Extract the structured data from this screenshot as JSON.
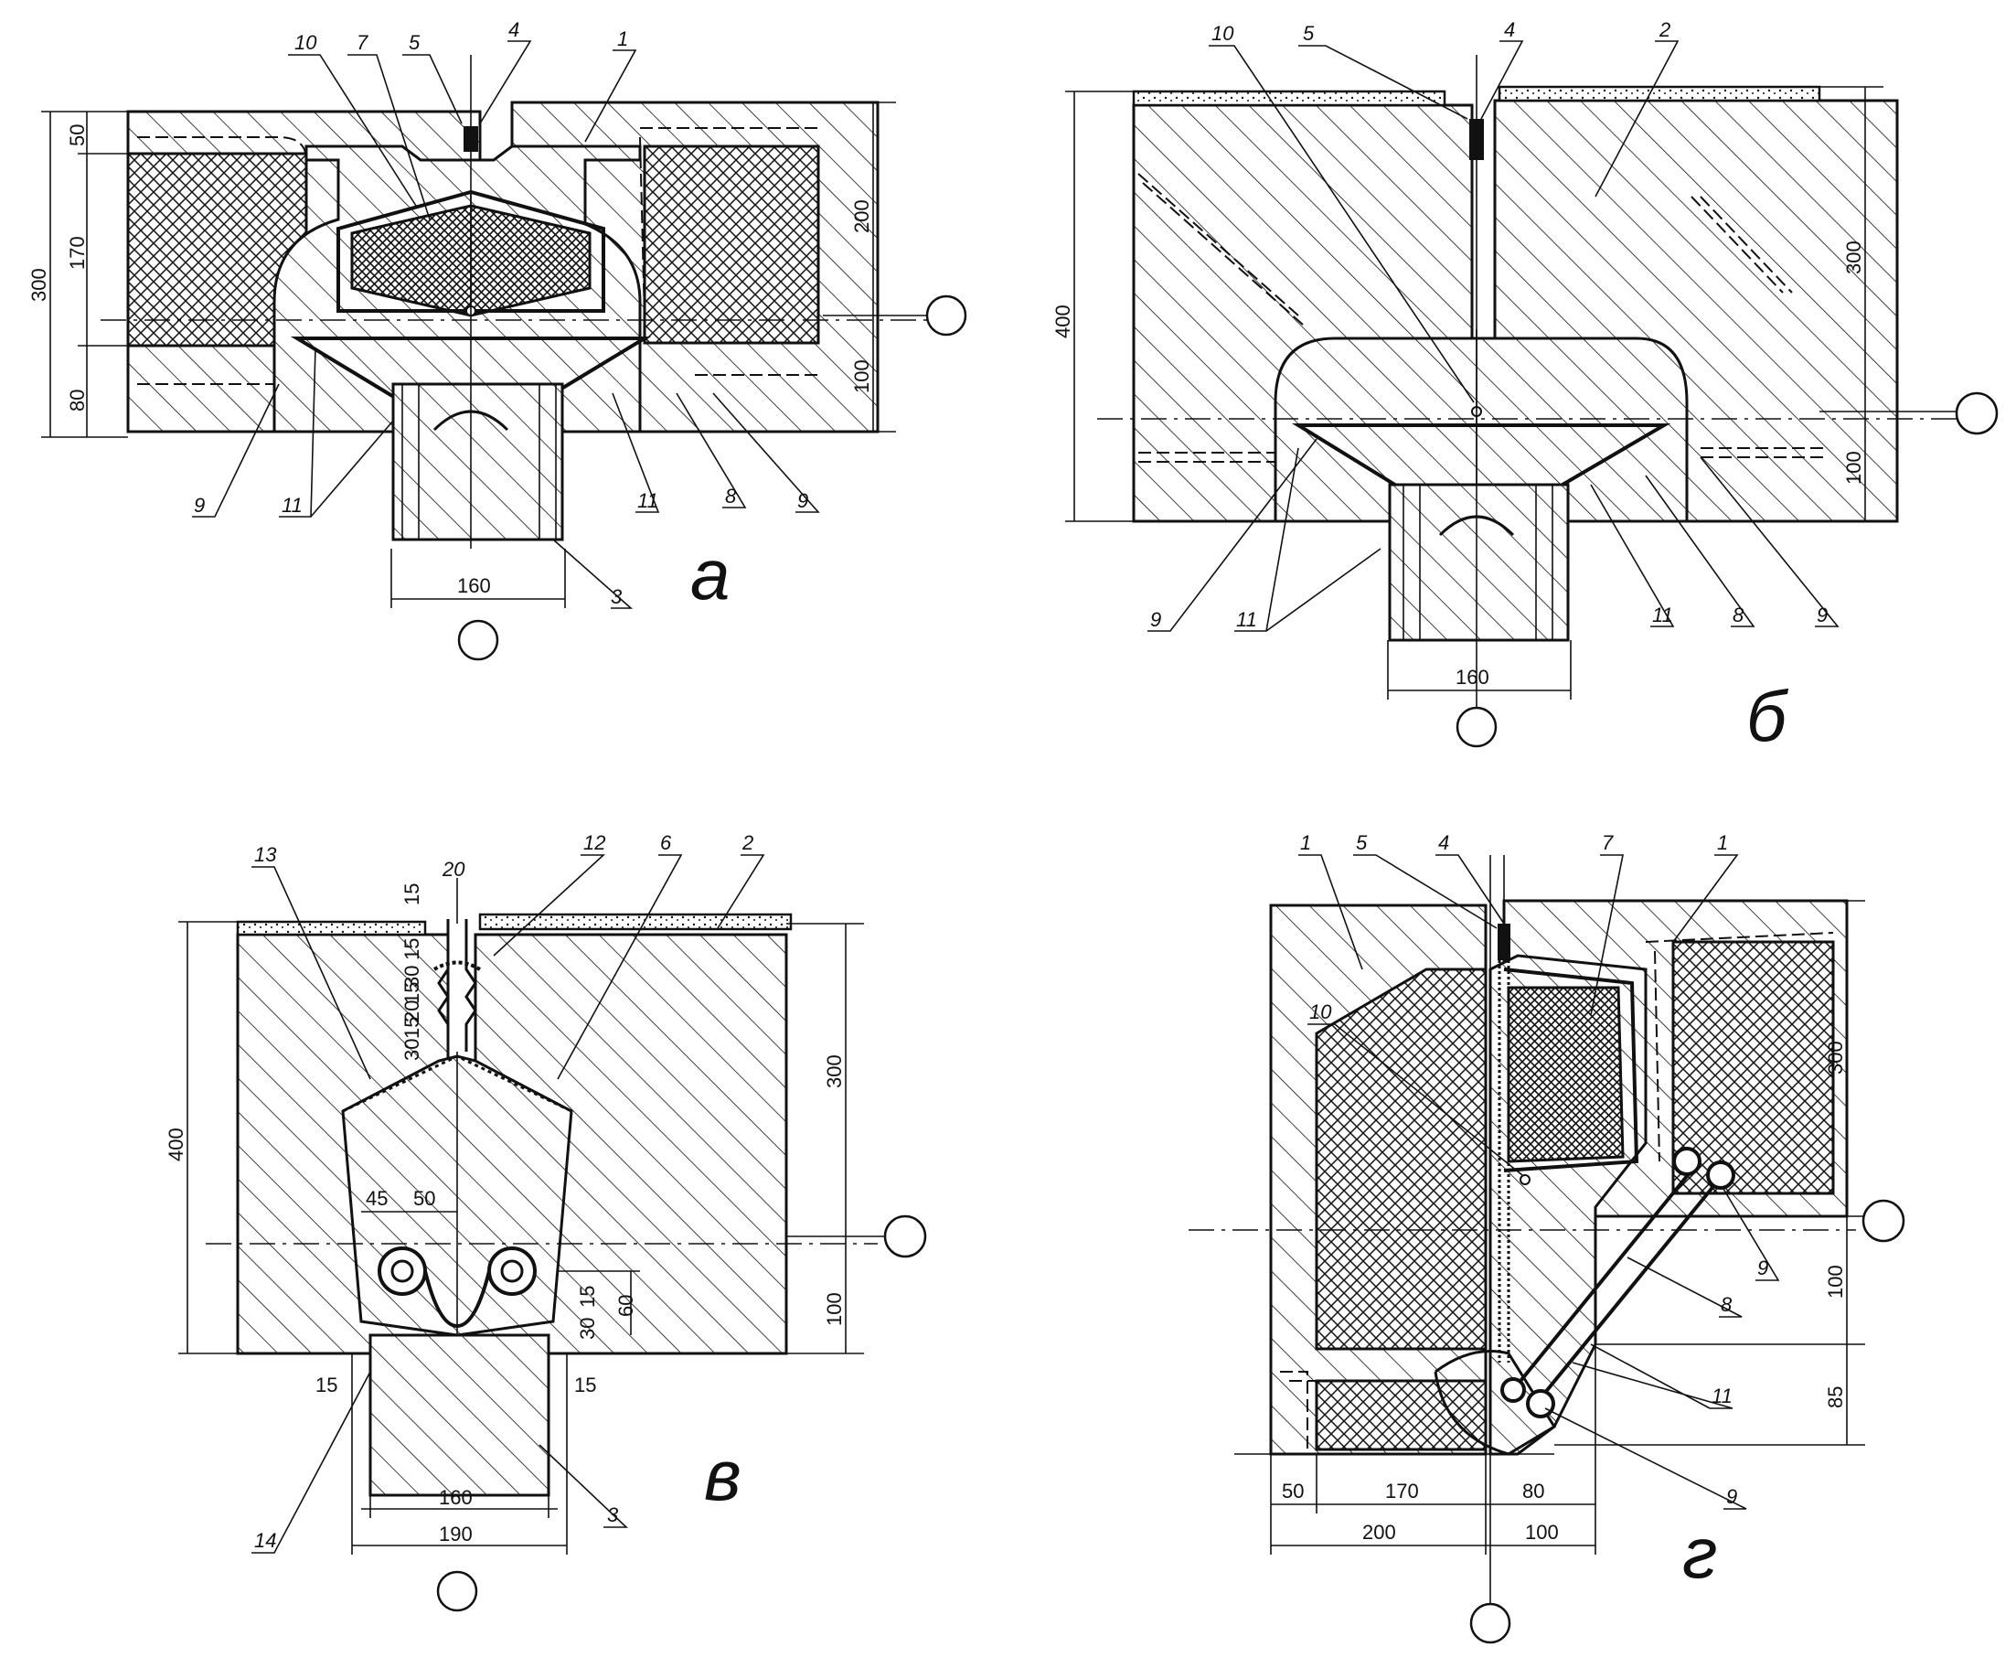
{
  "panels": [
    {
      "letter": "а",
      "callouts": [
        "10",
        "7",
        "5",
        "4",
        "1",
        "9",
        "11",
        "11",
        "8",
        "9",
        "3"
      ],
      "dims": [
        "50",
        "170",
        "300",
        "80",
        "200",
        "100",
        "160"
      ]
    },
    {
      "letter": "б",
      "callouts": [
        "10",
        "5",
        "4",
        "2",
        "9",
        "11",
        "11",
        "8",
        "9"
      ],
      "dims": [
        "400",
        "300",
        "100",
        "160"
      ]
    },
    {
      "letter": "в",
      "callouts": [
        "13",
        "20",
        "12",
        "6",
        "2",
        "14",
        "3"
      ],
      "dims": [
        "15",
        "15",
        "30",
        "15",
        "20",
        "15",
        "30",
        "400",
        "300",
        "45",
        "50",
        "15",
        "30",
        "60",
        "100",
        "15",
        "15",
        "160",
        "190"
      ]
    },
    {
      "letter": "г",
      "callouts": [
        "1",
        "5",
        "4",
        "7",
        "1",
        "10",
        "9",
        "8",
        "11",
        "9"
      ],
      "dims": [
        "300",
        "100",
        "85",
        "50",
        "170",
        "80",
        "200",
        "100"
      ]
    }
  ],
  "colors": {
    "ink": "#111111",
    "paper": "#ffffff"
  }
}
